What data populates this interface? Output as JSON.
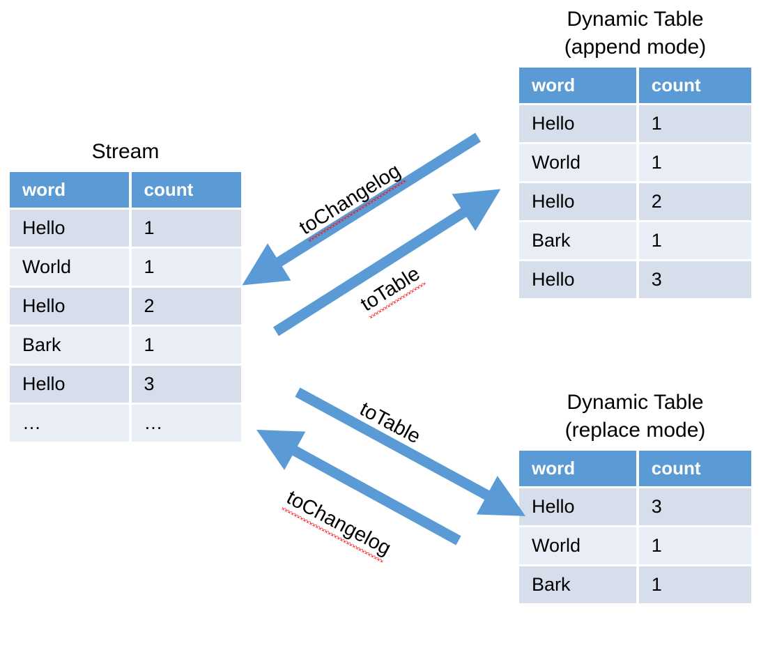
{
  "diagram": {
    "title_hidden": "Stream to Dynamic Table conversion",
    "accent_color": "#5B9BD5",
    "row_color_odd": "#D6DEEB",
    "row_color_even": "#E9EDF5",
    "spellcheck_color": "#FF0000"
  },
  "stream_table": {
    "title": "Stream",
    "columns": [
      "word",
      "count"
    ],
    "rows": [
      [
        "Hello",
        "1"
      ],
      [
        "World",
        "1"
      ],
      [
        "Hello",
        "2"
      ],
      [
        "Bark",
        "1"
      ],
      [
        "Hello",
        "3"
      ],
      [
        "…",
        "…"
      ]
    ]
  },
  "append_table": {
    "title": "Dynamic Table\n(append mode)",
    "columns": [
      "word",
      "count"
    ],
    "rows": [
      [
        "Hello",
        "1"
      ],
      [
        "World",
        "1"
      ],
      [
        "Hello",
        "2"
      ],
      [
        "Bark",
        "1"
      ],
      [
        "Hello",
        "3"
      ]
    ]
  },
  "replace_table": {
    "title": "Dynamic Table\n(replace mode)",
    "columns": [
      "word",
      "count"
    ],
    "rows": [
      [
        "Hello",
        "3"
      ],
      [
        "World",
        "1"
      ],
      [
        "Bark",
        "1"
      ]
    ]
  },
  "arrows": {
    "append_to_changelog": {
      "label": "toChangelog",
      "misspelled": true,
      "direction": "append-table-to-stream"
    },
    "stream_to_append": {
      "label": "toTable",
      "misspelled": true,
      "direction": "stream-to-append-table"
    },
    "stream_to_replace": {
      "label": "toTable",
      "misspelled": false,
      "direction": "stream-to-replace-table"
    },
    "replace_to_changelog": {
      "label": "toChangelog",
      "misspelled": true,
      "direction": "replace-table-to-stream"
    }
  }
}
